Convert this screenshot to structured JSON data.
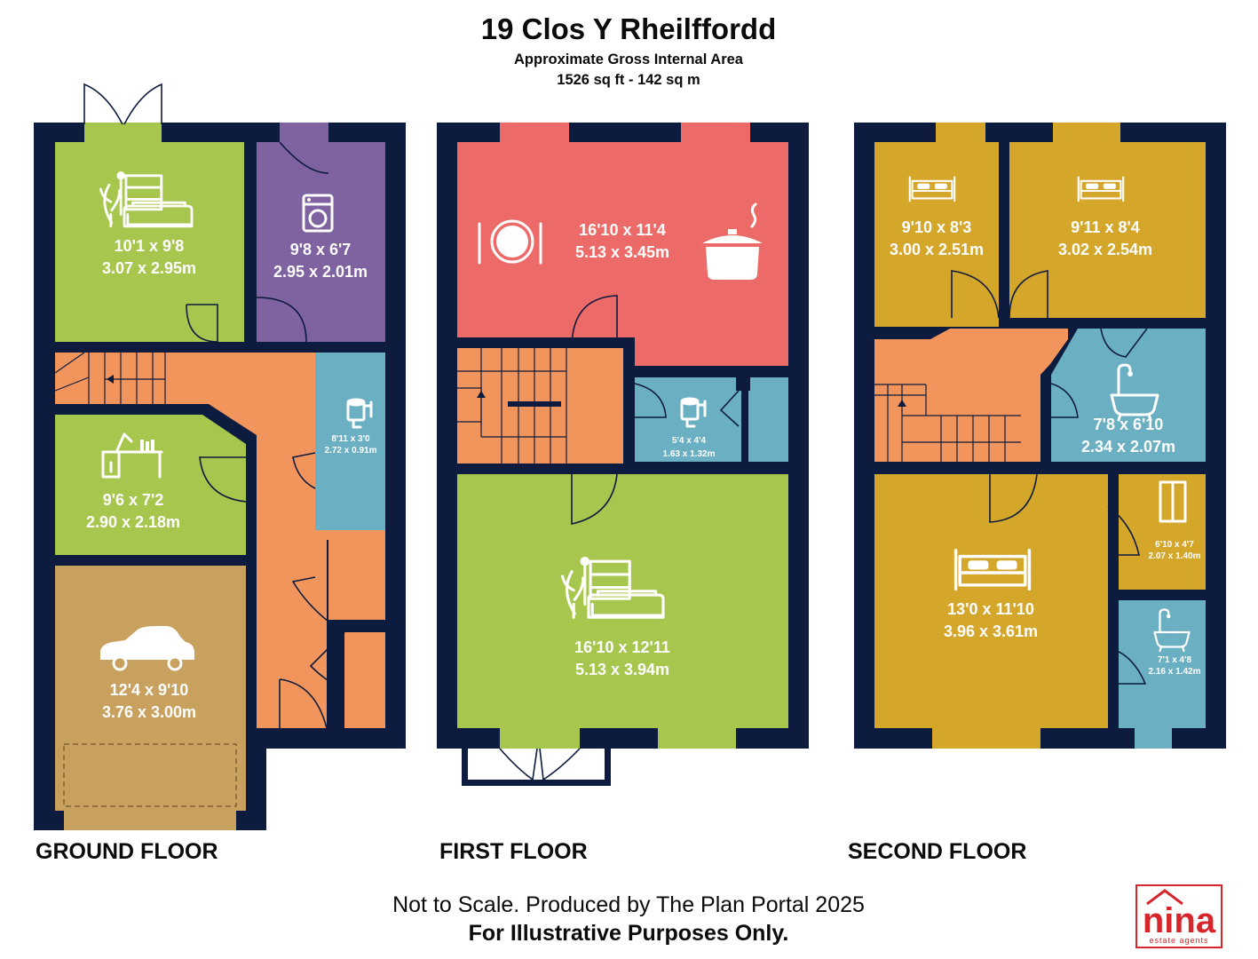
{
  "header": {
    "title": "19 Clos Y Rheilffordd",
    "subtitle": "Approximate Gross Internal Area",
    "area": "1526 sq ft - 142 sq m"
  },
  "colors": {
    "wall": "#0d1b3e",
    "living": "#a7c64e",
    "utility": "#7f62a0",
    "hall": "#f2955c",
    "bath": "#6bb0c2",
    "garage": "#c9a15e",
    "kitchen": "#ec6b68",
    "bedroom": "#d4a62a",
    "logo": "#d7262b"
  },
  "floors": [
    {
      "label": "GROUND FLOOR",
      "rooms": [
        {
          "imperial": "10'1 x 9'8",
          "metric": "3.07 x 2.95m"
        },
        {
          "imperial": "9'8 x 6'7",
          "metric": "2.95 x 2.01m"
        },
        {
          "imperial": "8'11 x 3'0",
          "metric": "2.72 x 0.91m"
        },
        {
          "imperial": "9'6 x 7'2",
          "metric": "2.90 x 2.18m"
        },
        {
          "imperial": "12'4 x 9'10",
          "metric": "3.76 x 3.00m"
        }
      ]
    },
    {
      "label": "FIRST FLOOR",
      "rooms": [
        {
          "imperial": "16'10 x 11'4",
          "metric": "5.13 x 3.45m"
        },
        {
          "imperial": "5'4 x 4'4",
          "metric": "1.63 x 1.32m"
        },
        {
          "imperial": "16'10 x 12'11",
          "metric": "5.13 x 3.94m"
        }
      ]
    },
    {
      "label": "SECOND FLOOR",
      "rooms": [
        {
          "imperial": "9'10 x 8'3",
          "metric": "3.00 x 2.51m"
        },
        {
          "imperial": "9'11 x 8'4",
          "metric": "3.02 x 2.54m"
        },
        {
          "imperial": "7'8 x 6'10",
          "metric": "2.34 x 2.07m"
        },
        {
          "imperial": "6'10 x 4'7",
          "metric": "2.07 x 1.40m"
        },
        {
          "imperial": "13'0 x 11'10",
          "metric": "3.96 x 3.61m"
        },
        {
          "imperial": "7'1 x 4'8",
          "metric": "2.16 x 1.42m"
        }
      ]
    }
  ],
  "footer": {
    "line1": "Not to Scale. Produced by The Plan Portal 2025",
    "line2": "For Illustrative Purposes Only."
  },
  "logo": {
    "name": "nina",
    "tagline": "estate agents"
  }
}
